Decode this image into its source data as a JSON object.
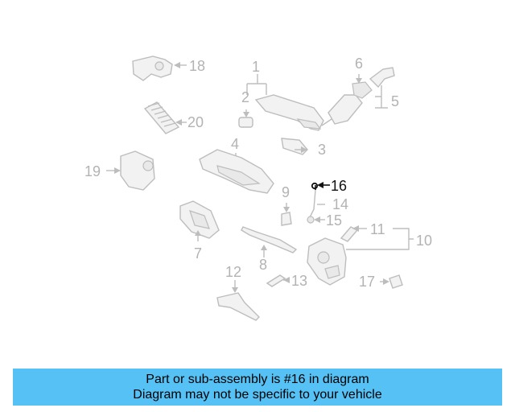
{
  "diagram": {
    "callouts": {
      "c1": "1",
      "c2": "2",
      "c3": "3",
      "c4": "4",
      "c5": "5",
      "c6": "6",
      "c7": "7",
      "c8": "8",
      "c9": "9",
      "c10": "10",
      "c11": "11",
      "c12": "12",
      "c13": "13",
      "c14": "14",
      "c15": "15",
      "c16": "16",
      "c17": "17",
      "c18": "18",
      "c19": "19",
      "c20": "20"
    },
    "highlight_part": "16",
    "colors": {
      "highlight": "#111111",
      "muted": "#b3b3b3",
      "banner": "#56c1f4"
    }
  },
  "banner": {
    "line1": "Part or sub-assembly is #16 in diagram",
    "line2": "Diagram may not be specific to your vehicle"
  }
}
